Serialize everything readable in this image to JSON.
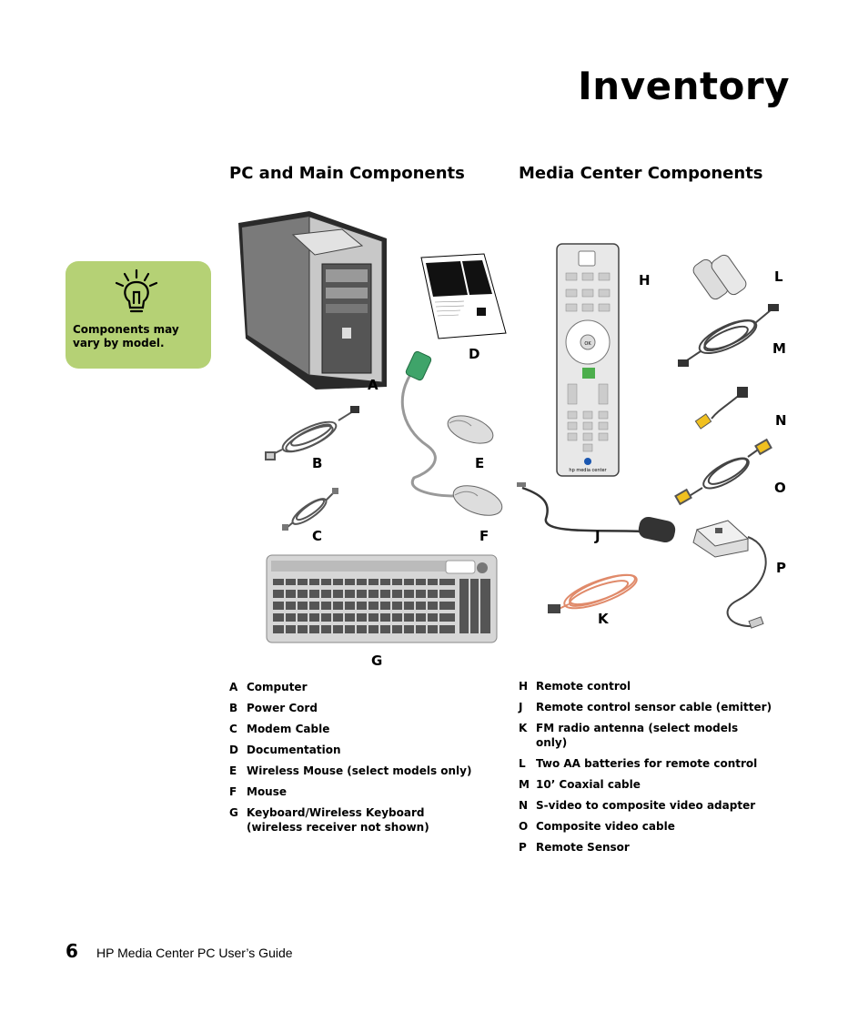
{
  "page": {
    "title": "Inventory",
    "section_left": "PC and Main Components",
    "section_right": "Media Center Components",
    "tip": "Components may vary by model.",
    "footer_page": "6",
    "footer_text": "HP Media Center PC User’s Guide"
  },
  "labels": {
    "A": "A",
    "B": "B",
    "C": "C",
    "D": "D",
    "E": "E",
    "F": "F",
    "G": "G",
    "H": "H",
    "J": "J",
    "K": "K",
    "L": "L",
    "M": "M",
    "N": "N",
    "O": "O",
    "P": "P"
  },
  "remote_text": {
    "brand": "hp media center",
    "ok": "OK"
  },
  "legend_left": [
    {
      "key": "A",
      "text": "Computer"
    },
    {
      "key": "B",
      "text": "Power Cord"
    },
    {
      "key": "C",
      "text": "Modem Cable"
    },
    {
      "key": "D",
      "text": "Documentation"
    },
    {
      "key": "E",
      "text": "Wireless Mouse (select models only)"
    },
    {
      "key": "F",
      "text": "Mouse"
    },
    {
      "key": "G",
      "text": "Keyboard/Wireless Keyboard (wireless receiver not shown)"
    }
  ],
  "legend_right": [
    {
      "key": "H",
      "text": "Remote control"
    },
    {
      "key": "J",
      "text": "Remote control sensor cable (emitter)"
    },
    {
      "key": "K",
      "text": "FM radio antenna (select models only)"
    },
    {
      "key": "L",
      "text": "Two AA batteries for remote control"
    },
    {
      "key": "M",
      "text": "10’ Coaxial cable"
    },
    {
      "key": "N",
      "text": "S-video to composite video adapter"
    },
    {
      "key": "O",
      "text": "Composite video cable"
    },
    {
      "key": "P",
      "text": "Remote Sensor"
    }
  ]
}
